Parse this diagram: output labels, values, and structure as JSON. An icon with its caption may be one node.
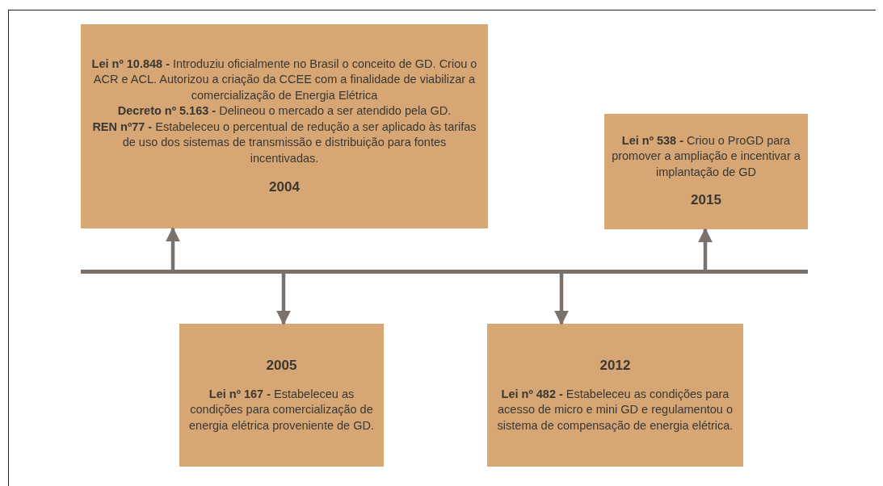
{
  "diagram": {
    "nodes": [
      {
        "text": [
          "**Lei nº 10.848 -** Introduziu oficialmente no Brasil o conceito de GD. Criou o ACR e ACL. Autorizou a criação da CCEE com a finalidade de viabilizar a comercialização de Energia Elétrica",
          "**Decreto nº 5.163 -** Delineou o mercado a ser atendido pela GD.",
          "**REN nº77 -** Estabeleceu o percentual de redução a ser aplicado às tarifas de uso dos sistemas de transmissão e distribuição para fontes incentivadas.",
          "2004"
        ]
      },
      {
        "text": [
          "**Lei nº 538 -** Criou o ProGD para promover a ampliação e incentivar a implantação de GD",
          "2015"
        ]
      },
      {
        "text": [],
        "shape": "bar"
      },
      {
        "text": [
          "2005",
          "**Lei nº 167 -** Estabeleceu as condições para comercialização de energia elétrica proveniente de GD."
        ]
      },
      {
        "text": [
          "2012",
          "**Lei nº 482 -** Estabeleceu as condições para acesso de micro e mini GD e regulamentou o sistema de compensação de energia elétrica."
        ]
      }
    ],
    "edges": [
      {
        "from": 2,
        "to": 0,
        "arrow": "to"
      },
      {
        "from": 2,
        "to": 3,
        "arrow": "to"
      },
      {
        "from": 2,
        "to": 4,
        "arrow": "to"
      },
      {
        "from": 2,
        "to": 1,
        "arrow": "to"
      }
    ]
  }
}
